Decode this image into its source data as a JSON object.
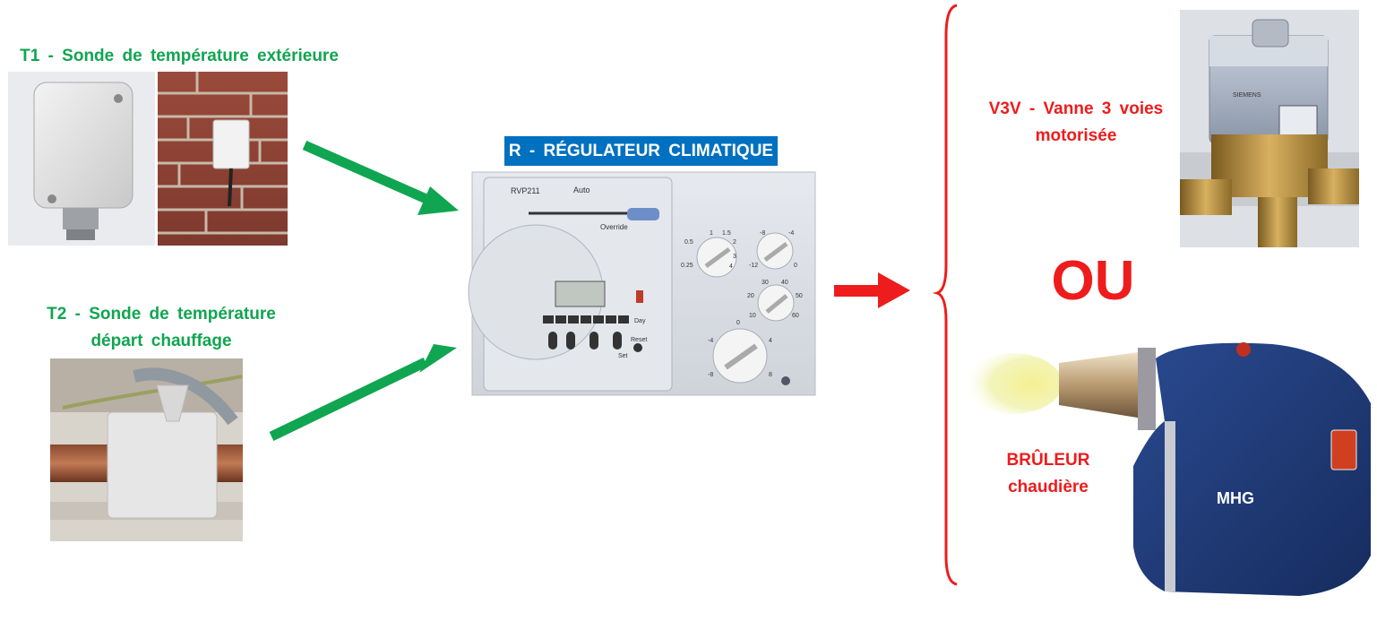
{
  "sensor_outdoor": {
    "title": "T1 - Sonde de température extérieure"
  },
  "sensor_flow": {
    "line1": "T2 - Sonde de température",
    "line2": "départ chauffage"
  },
  "regulator": {
    "title": "R - RÉGULATEUR CLIMATIQUE",
    "model": "RVP211",
    "override": "Override",
    "auto": "Auto",
    "day": "Day",
    "reset": "Reset",
    "set": "Set",
    "dial1_marks": [
      "0.5",
      "1",
      "1.5",
      "2",
      "3",
      "4",
      "0.25"
    ],
    "dial2_marks": [
      "-8",
      "-4",
      "-12",
      "0"
    ],
    "dial3_marks": [
      "30",
      "40",
      "20",
      "50",
      "10",
      "60"
    ],
    "dial4_marks": [
      "-4",
      "0",
      "4",
      "-8",
      "8"
    ]
  },
  "valve": {
    "line1": "V3V - Vanne 3 voies",
    "line2": "motorisée",
    "brand": "SIEMENS"
  },
  "or_label": "OU",
  "burner": {
    "line1": "BRÛLEUR",
    "line2": "chaudière",
    "brand": "MHG"
  },
  "colors": {
    "green": "#10a550",
    "red": "#ee1c1c",
    "blue": "#0070c0",
    "burner_body": "#1d3a7a"
  }
}
